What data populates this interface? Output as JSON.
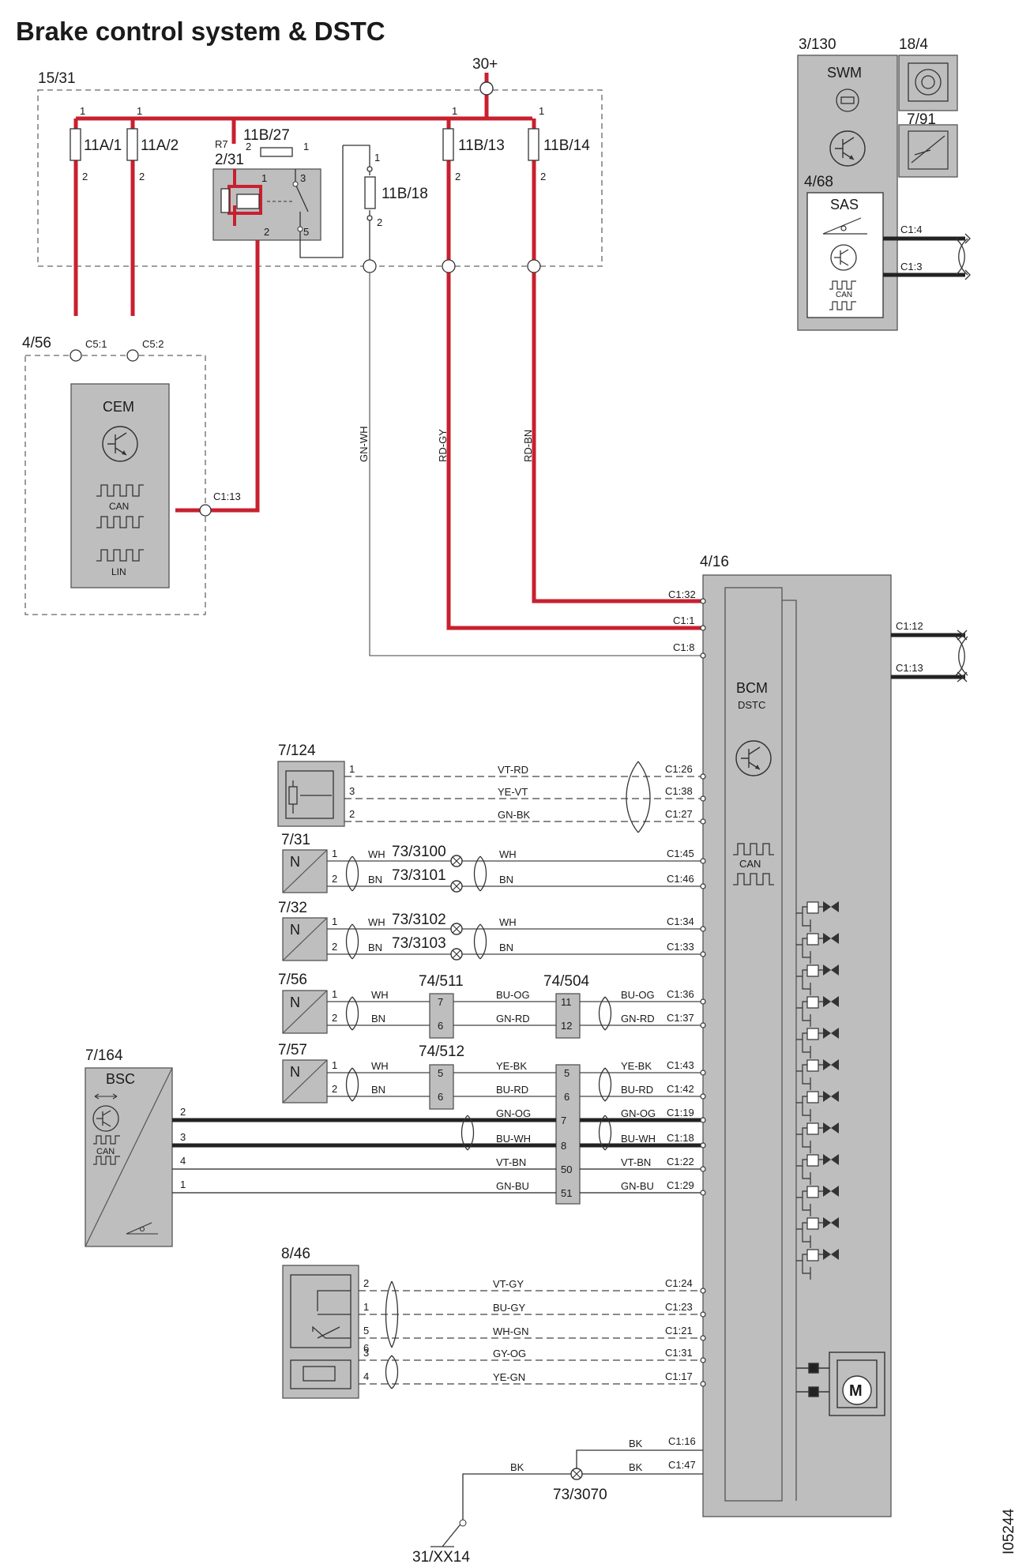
{
  "title": "Brake control system & DSTC",
  "figure_id": "I05244",
  "supply": "30+",
  "relay_name": "R7",
  "colors": {
    "power_wire": "#c8202f",
    "module_fill": "#bebebe",
    "line": "#333333"
  },
  "components": {
    "fuse_box": "15/31",
    "fuse_11a1": "11A/1",
    "fuse_11a2": "11A/2",
    "fuse_11b27": "11B/27",
    "relay": "2/31",
    "fuse_11b18": "11B/18",
    "fuse_11b13": "11B/13",
    "fuse_11b14": "11B/14",
    "cem_box": "4/56",
    "cem": "CEM",
    "bcm_box": "4/16",
    "bcm": "BCM",
    "bcm_sub": "DSTC",
    "swm_box": "3/130",
    "swm": "SWM",
    "sas_box": "4/68",
    "sas": "SAS",
    "horn": "18/4",
    "steer_sensor": "7/91",
    "pedal_sensor": "7/124",
    "ws_fl": "7/31",
    "ws_fr": "7/32",
    "ws_rl": "7/56",
    "ws_rr": "7/57",
    "bsc_box": "7/164",
    "bsc": "BSC",
    "conn_511": "74/511",
    "conn_512": "74/512",
    "conn_504": "74/504",
    "brake_switch": "8/46",
    "ground_splice": "73/3070",
    "ground_point": "31/XX14",
    "splice_3100": "73/3100",
    "splice_3101": "73/3101",
    "splice_3102": "73/3102",
    "splice_3103": "73/3103"
  },
  "icons": {
    "transistor": "transistor-icon",
    "can": "can-bus-icon",
    "lin": "lin-bus-icon",
    "sensor_n": "N",
    "motor": "M"
  },
  "text": {
    "can": "CAN",
    "lin": "LIN",
    "n": "N",
    "m": "M"
  },
  "connectors": {
    "c5_1": "C5:1",
    "c5_2": "C5:2",
    "c1_13_cem": "C1:13",
    "c1_4": "C1:4",
    "c1_3": "C1:3",
    "c1_32": "C1:32",
    "c1_1": "C1:1",
    "c1_8": "C1:8",
    "c1_12": "C1:12",
    "c1_13": "C1:13",
    "c1_26": "C1:26",
    "c1_38": "C1:38",
    "c1_27": "C1:27",
    "c1_45": "C1:45",
    "c1_46": "C1:46",
    "c1_34": "C1:34",
    "c1_33": "C1:33",
    "c1_36": "C1:36",
    "c1_37": "C1:37",
    "c1_43": "C1:43",
    "c1_42": "C1:42",
    "c1_19": "C1:19",
    "c1_18": "C1:18",
    "c1_22": "C1:22",
    "c1_29": "C1:29",
    "c1_24": "C1:24",
    "c1_23": "C1:23",
    "c1_21": "C1:21",
    "c1_31": "C1:31",
    "c1_17": "C1:17",
    "c1_16": "C1:16",
    "c1_47": "C1:47"
  },
  "wires": {
    "gn_wh": "GN-WH",
    "rd_gy": "RD-GY",
    "rd_bn": "RD-BN",
    "vt_rd": "VT-RD",
    "ye_vt": "YE-VT",
    "gn_bk": "GN-BK",
    "wh": "WH",
    "bn": "BN",
    "bu_og": "BU-OG",
    "gn_rd": "GN-RD",
    "ye_bk": "YE-BK",
    "bu_rd": "BU-RD",
    "gn_og": "GN-OG",
    "bu_wh": "BU-WH",
    "vt_bn": "VT-BN",
    "gn_bu": "GN-BU",
    "vt_gy": "VT-GY",
    "bu_gy": "BU-GY",
    "wh_gn": "WH-GN",
    "gy_og": "GY-OG",
    "ye_gn": "YE-GN",
    "bk": "BK"
  },
  "pins": {
    "p1": "1",
    "p2": "2",
    "p3": "3",
    "p4": "4",
    "p5": "5",
    "p6": "6",
    "p7": "7",
    "p8": "8",
    "p11": "11",
    "p12": "12",
    "p50": "50",
    "p51": "51"
  }
}
